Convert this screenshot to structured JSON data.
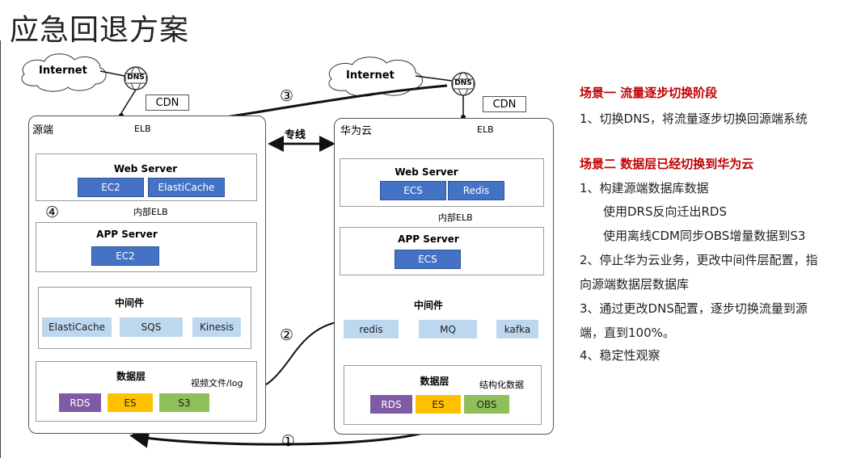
{
  "title": "应急回退方案",
  "diagram": {
    "internet_left": "Internet",
    "internet_right": "Internet",
    "dns": "DNS",
    "cdn_left": "CDN",
    "cdn_right": "CDN",
    "elb_left": "ELB",
    "elb_right": "ELB",
    "dedicated_line": "专线",
    "source": {
      "title": "源端",
      "web_server": {
        "title": "Web Server",
        "items": [
          "EC2",
          "ElastiCache"
        ]
      },
      "internal_elb": "内部ELB",
      "app_server": {
        "title": "APP Server",
        "items": [
          "EC2"
        ]
      },
      "middleware": {
        "title": "中间件",
        "items": [
          "ElastiCache",
          "SQS",
          "Kinesis"
        ]
      },
      "data_layer": {
        "title": "数据层",
        "items": [
          "RDS",
          "ES",
          "S3"
        ]
      },
      "note": "视频文件/log"
    },
    "huawei": {
      "title": "华为云",
      "web_server": {
        "title": "Web Server",
        "items": [
          "ECS",
          "Redis"
        ]
      },
      "internal_elb": "内部ELB",
      "app_server": {
        "title": "APP Server",
        "items": [
          "ECS"
        ]
      },
      "middleware": {
        "title": "中间件",
        "items": [
          "redis",
          "MQ",
          "kafka"
        ]
      },
      "data_layer": {
        "title": "数据层",
        "items": [
          "RDS",
          "ES",
          "OBS"
        ]
      },
      "note": "结构化数据"
    },
    "steps": [
      "①",
      "②",
      "③",
      "④"
    ]
  },
  "scenarios": {
    "s1_title": "场景一  流量逐步切换阶段",
    "s1_line1": "1、切换DNS，将流量逐步切换回源端系统",
    "s2_title": "场景二  数据层已经切换到华为云",
    "s2_line1": "1、构建源端数据库数据",
    "s2_line1a": "使用DRS反向迁出RDS",
    "s2_line1b": "使用离线CDM同步OBS增量数据到S3",
    "s2_line2a": "2、停止华为云业务，更改中间件层配置，指",
    "s2_line2b": "向源端数据层数据库",
    "s2_line3a": "3、通过更改DNS配置，逐步切换流量到源",
    "s2_line3b": "端，直到100%。",
    "s2_line4": "4、稳定性观察"
  },
  "colors": {
    "blue_chip": "#4472c4",
    "light_chip": "#bdd7ee",
    "rds": "#7f5ba6",
    "es": "#ffc000",
    "storage": "#8fbf5a",
    "scenario_title": "#c00000"
  }
}
